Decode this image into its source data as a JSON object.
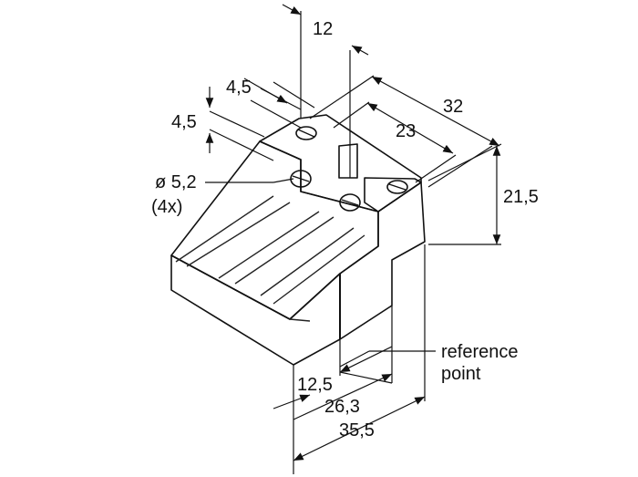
{
  "dimensions": {
    "d12": "12",
    "d4_5_top": "4,5",
    "d32": "32",
    "d23": "23",
    "d4_5_side": "4,5",
    "hole_dia": "ø 5,2",
    "hole_count": "(4x)",
    "d21_5": "21,5",
    "d12_5": "12,5",
    "d26_3": "26,3",
    "d35_5": "35,5"
  },
  "labels": {
    "reference_line1": "reference",
    "reference_line2": "point"
  }
}
